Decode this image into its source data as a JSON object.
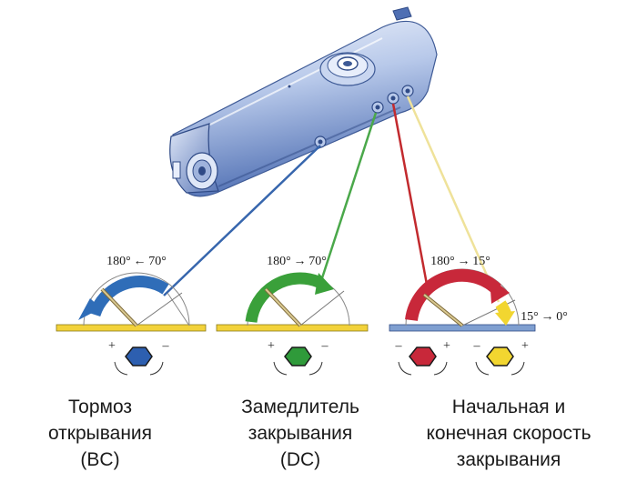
{
  "closer": {
    "name": "door-closer-body"
  },
  "valves": [
    {
      "id": "bc",
      "range_label": "180° ← 70°",
      "side_labels": [
        "+",
        "–"
      ],
      "colors": {
        "arc": "#2f6db8",
        "line": "#3766ad",
        "nut": "#2d5fb0",
        "base": "#f2d23a"
      },
      "caption": [
        "Тормоз",
        "открывания",
        "(BC)"
      ]
    },
    {
      "id": "dc",
      "range_label": "180° → 70°",
      "side_labels": [
        "+",
        "–"
      ],
      "colors": {
        "arc": "#3aa03a",
        "line": "#4aa84a",
        "nut": "#2f9a3a",
        "base": "#f2d23a"
      },
      "caption": [
        "Замедлитель",
        "закрывания",
        "(DC)"
      ]
    },
    {
      "id": "sc",
      "range_label": "180° → 15°",
      "extra_label": "15° → 0°",
      "side_labels": [
        "–",
        "+",
        "–",
        "+"
      ],
      "colors": {
        "arc": "#c8283a",
        "line": "#c22a2e",
        "nut": "#c8283a",
        "nut2": "#f2d630",
        "arc2": "#f2d630",
        "line2": "#efe29a",
        "base": "#7f9fd0"
      },
      "caption": [
        "Начальная и",
        "конечная скорость",
        "закрывания"
      ]
    }
  ]
}
